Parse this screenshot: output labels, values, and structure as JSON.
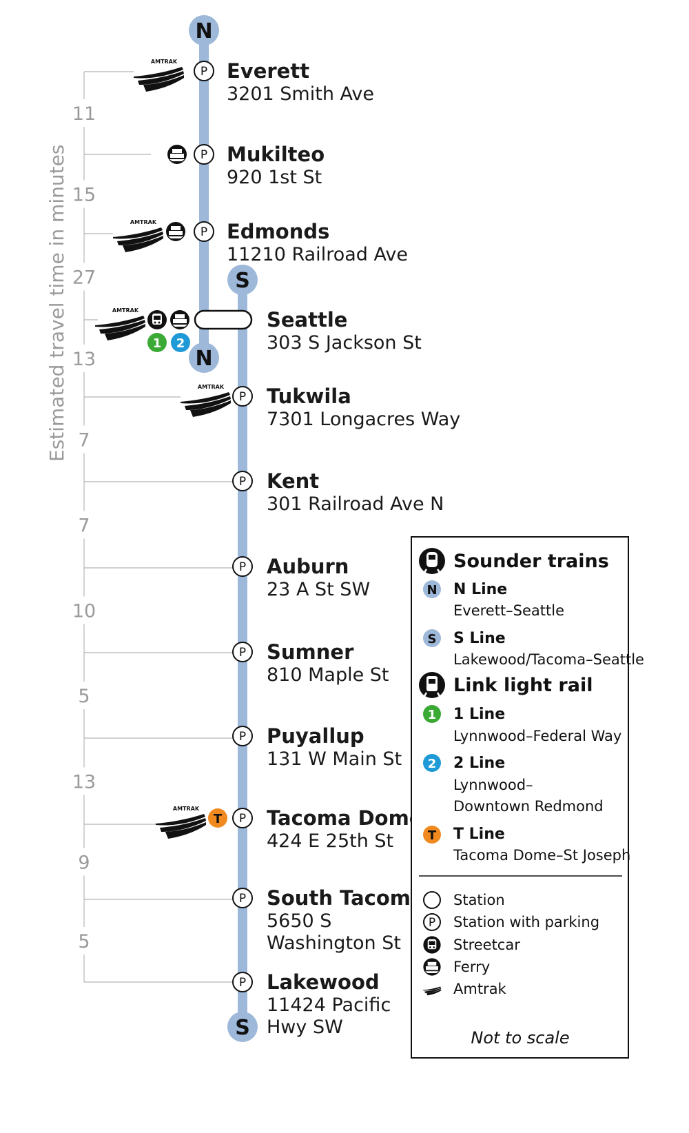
{
  "axis_title": "Estimated travel time in minutes",
  "lines": {
    "n_badge": "N",
    "s_badge": "S"
  },
  "stations": [
    {
      "name": "Everett",
      "address": [
        "3201 Smith Ave"
      ],
      "parking": true,
      "connections": [
        "amtrak"
      ]
    },
    {
      "name": "Mukilteo",
      "address": [
        "920 1st St"
      ],
      "parking": true,
      "connections": [
        "ferry"
      ]
    },
    {
      "name": "Edmonds",
      "address": [
        "11210 Railroad Ave"
      ],
      "parking": true,
      "connections": [
        "amtrak",
        "ferry"
      ]
    },
    {
      "name": "Seattle",
      "address": [
        "303 S Jackson St"
      ],
      "parking": false,
      "connections": [
        "amtrak",
        "streetcar",
        "ferry",
        "line-1",
        "line-2"
      ]
    },
    {
      "name": "Tukwila",
      "address": [
        "7301 Longacres Way"
      ],
      "parking": true,
      "connections": [
        "amtrak"
      ]
    },
    {
      "name": "Kent",
      "address": [
        "301 Railroad Ave N"
      ],
      "parking": true,
      "connections": []
    },
    {
      "name": "Auburn",
      "address": [
        "23 A St SW"
      ],
      "parking": true,
      "connections": []
    },
    {
      "name": "Sumner",
      "address": [
        "810 Maple St"
      ],
      "parking": true,
      "connections": []
    },
    {
      "name": "Puyallup",
      "address": [
        "131 W Main St"
      ],
      "parking": true,
      "connections": []
    },
    {
      "name": "Tacoma Dome",
      "address": [
        "424 E 25th St"
      ],
      "parking": true,
      "connections": [
        "amtrak",
        "t-line"
      ]
    },
    {
      "name": "South Tacoma",
      "address": [
        "5650 S",
        "Washington St"
      ],
      "parking": true,
      "connections": []
    },
    {
      "name": "Lakewood",
      "address": [
        "11424 Pacific",
        "Hwy SW"
      ],
      "parking": true,
      "connections": []
    }
  ],
  "travel_times": [
    "11",
    "15",
    "27",
    "13",
    "7",
    "7",
    "10",
    "5",
    "13",
    "9",
    "5"
  ],
  "legend": {
    "sounder_title": "Sounder trains",
    "n_line": {
      "badge": "N",
      "label": "N Line",
      "desc": "Everett–Seattle"
    },
    "s_line": {
      "badge": "S",
      "label": "S Line",
      "desc": "Lakewood/Tacoma–Seattle"
    },
    "link_title": "Link light rail",
    "line_1": {
      "badge": "1",
      "label": "1 Line",
      "desc": "Lynnwood–Federal Way"
    },
    "line_2": {
      "badge": "2",
      "label": "2 Line",
      "desc": [
        "Lynnwood–",
        "Downtown Redmond"
      ]
    },
    "t_line": {
      "badge": "T",
      "label": "T Line",
      "desc": "Tacoma Dome–St Joseph"
    },
    "symbols": {
      "station": "Station",
      "parking": "Station with parking",
      "streetcar": "Streetcar",
      "ferry": "Ferry",
      "amtrak": "Amtrak"
    },
    "parking_letter": "P",
    "amtrak_wordmark": "AMTRAK",
    "note": "Not to scale"
  },
  "colors": {
    "sounder_line": "#9db8d9",
    "line_1": "#3aaa35",
    "line_2": "#1e9ad6",
    "t_line": "#f08a1e",
    "travel_time_gray": "#9a9a9a"
  }
}
